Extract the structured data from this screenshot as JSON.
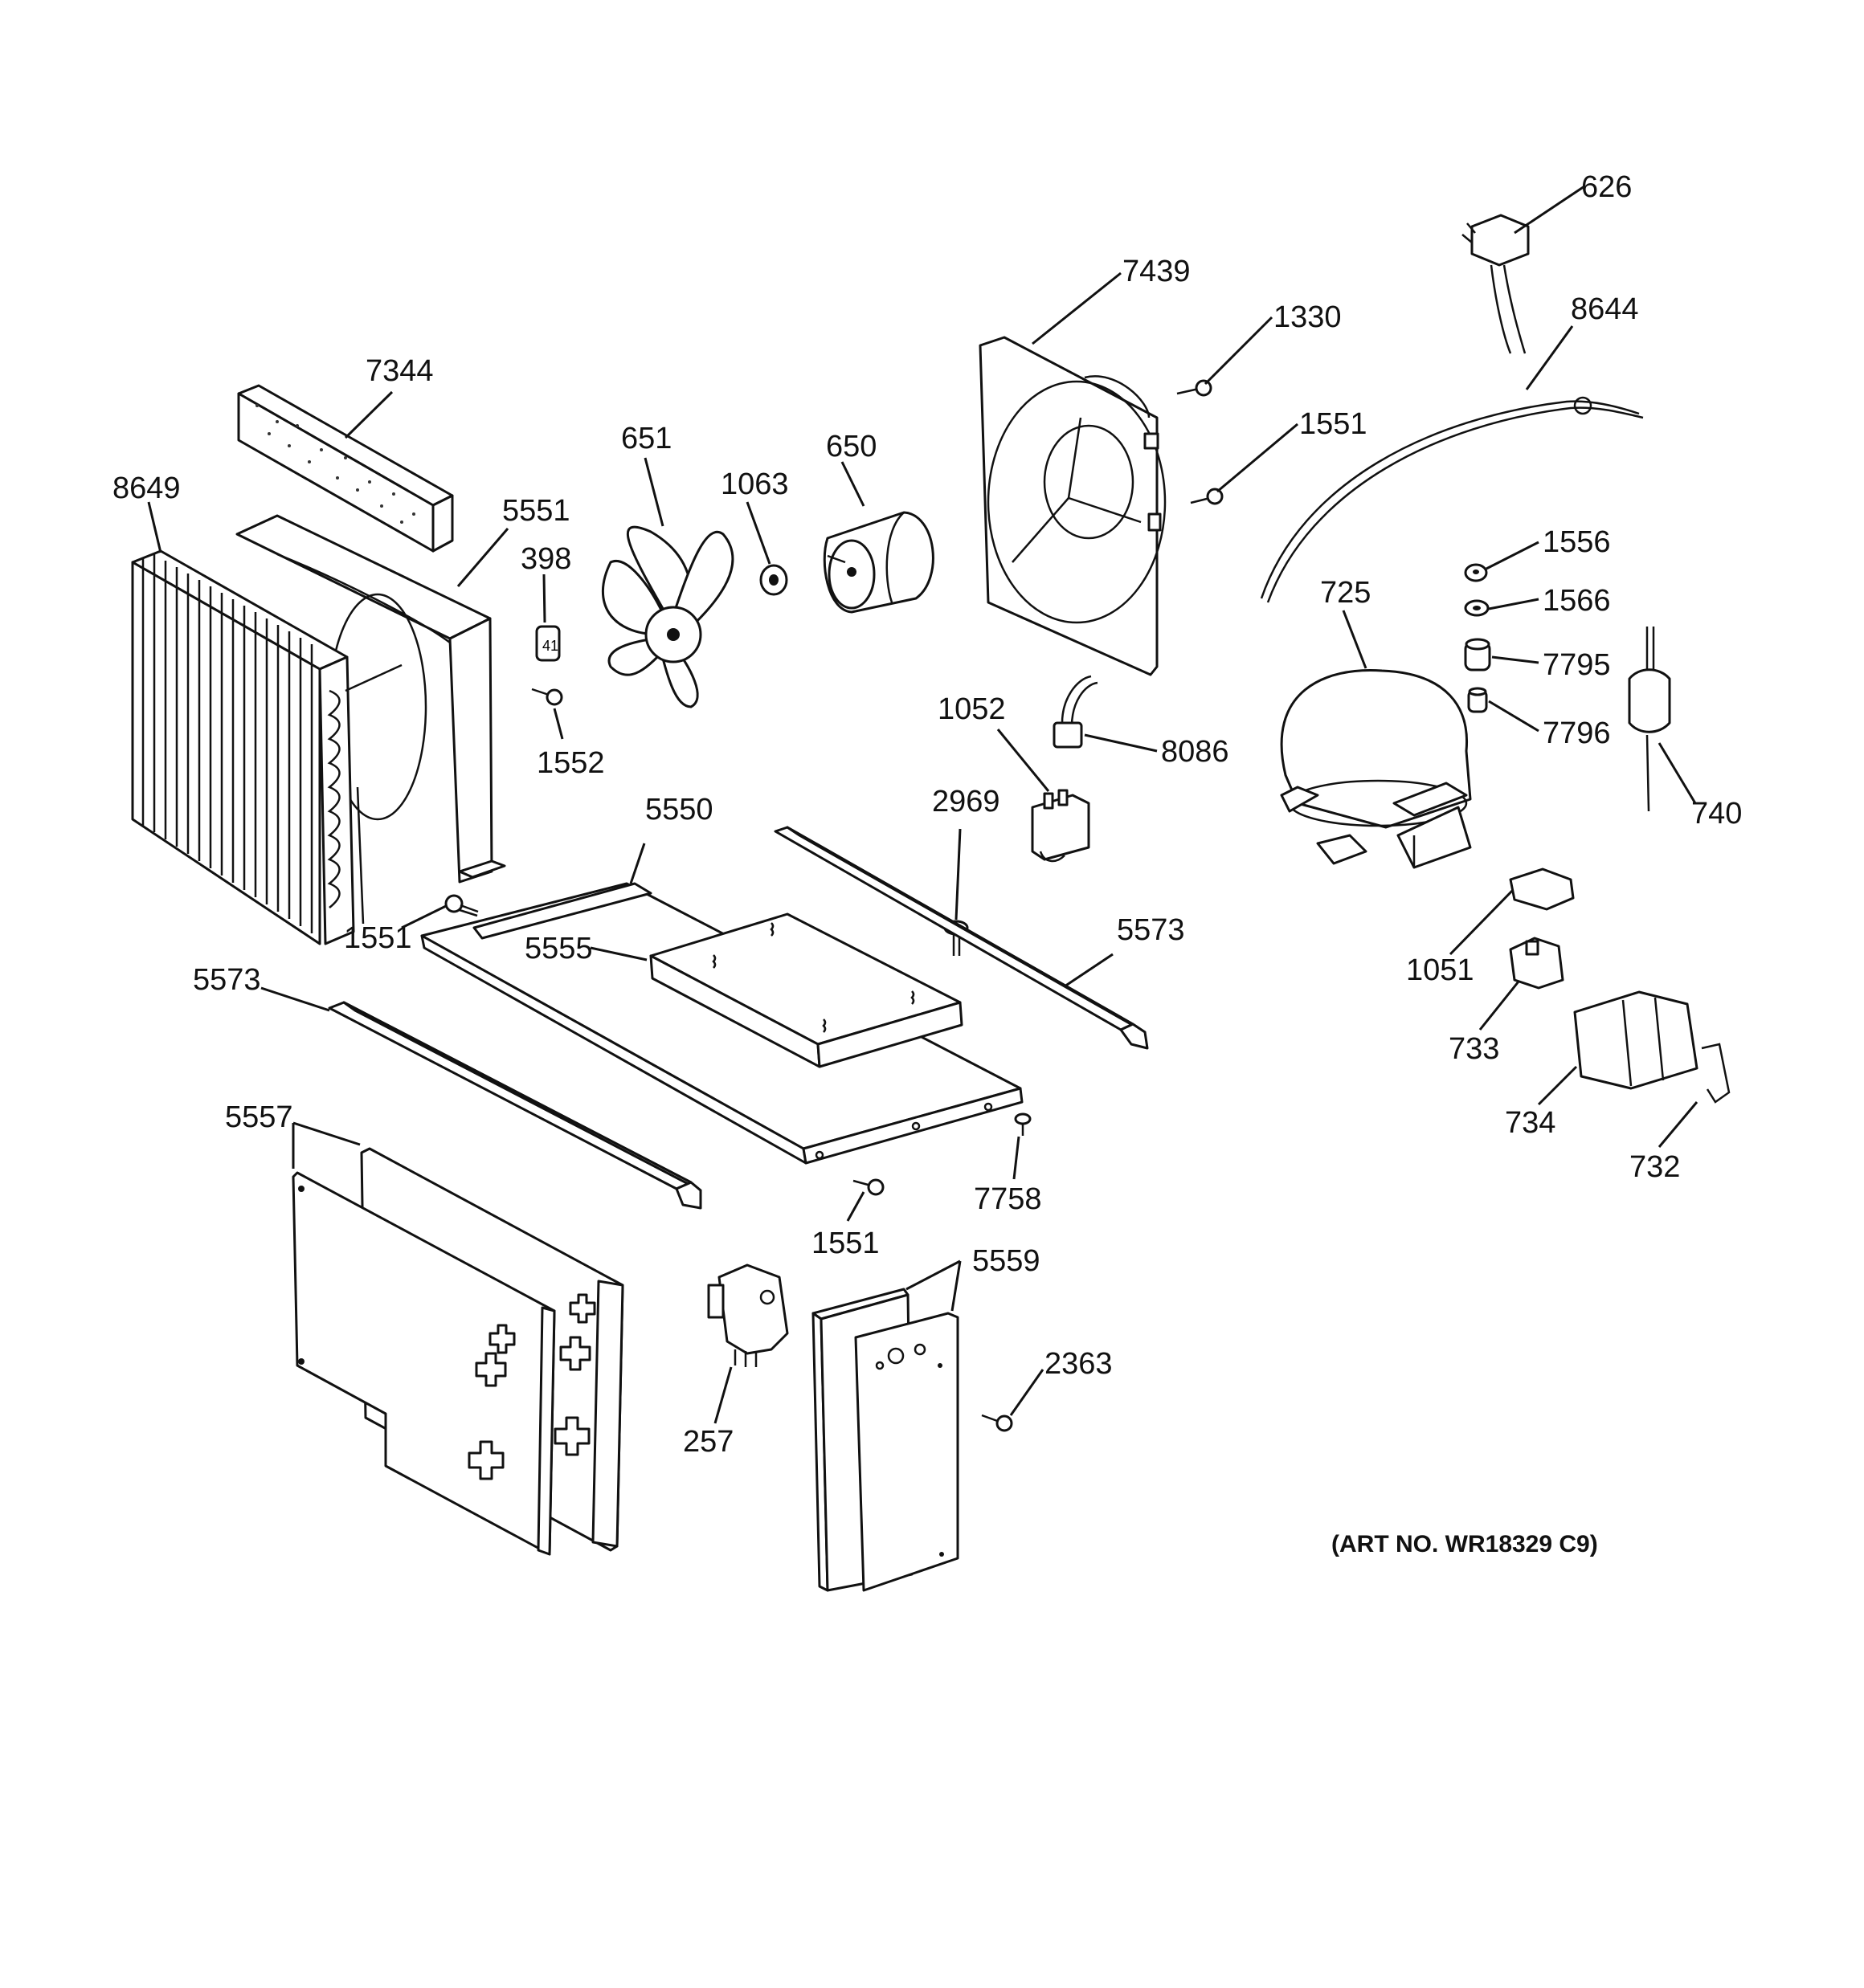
{
  "diagram_title": "",
  "art_number": "(ART NO. WR18329 C9)",
  "callouts": [
    {
      "id": "c626",
      "label": "626"
    },
    {
      "id": "c7439",
      "label": "7439"
    },
    {
      "id": "c1330",
      "label": "1330"
    },
    {
      "id": "c8644",
      "label": "8644"
    },
    {
      "id": "c7344",
      "label": "7344"
    },
    {
      "id": "c1551a",
      "label": "1551"
    },
    {
      "id": "c651",
      "label": "651"
    },
    {
      "id": "c650",
      "label": "650"
    },
    {
      "id": "c8649",
      "label": "8649"
    },
    {
      "id": "c1063",
      "label": "1063"
    },
    {
      "id": "c5551",
      "label": "5551"
    },
    {
      "id": "c398",
      "label": "398"
    },
    {
      "id": "c1556",
      "label": "1556"
    },
    {
      "id": "c725",
      "label": "725"
    },
    {
      "id": "c1566",
      "label": "1566"
    },
    {
      "id": "c7795",
      "label": "7795"
    },
    {
      "id": "c1552",
      "label": "1552"
    },
    {
      "id": "c1052",
      "label": "1052"
    },
    {
      "id": "c7796",
      "label": "7796"
    },
    {
      "id": "c8086",
      "label": "8086"
    },
    {
      "id": "c740",
      "label": "740"
    },
    {
      "id": "c5550",
      "label": "5550"
    },
    {
      "id": "c2969",
      "label": "2969"
    },
    {
      "id": "c1551b",
      "label": "1551"
    },
    {
      "id": "c5573a",
      "label": "5573"
    },
    {
      "id": "c5555",
      "label": "5555"
    },
    {
      "id": "c1051",
      "label": "1051"
    },
    {
      "id": "c5573b",
      "label": "5573"
    },
    {
      "id": "c733",
      "label": "733"
    },
    {
      "id": "c734",
      "label": "734"
    },
    {
      "id": "c5557",
      "label": "5557"
    },
    {
      "id": "c7758",
      "label": "7758"
    },
    {
      "id": "c732",
      "label": "732"
    },
    {
      "id": "c1551c",
      "label": "1551"
    },
    {
      "id": "c5559",
      "label": "5559"
    },
    {
      "id": "c2363",
      "label": "2363"
    },
    {
      "id": "c257",
      "label": "257"
    }
  ]
}
